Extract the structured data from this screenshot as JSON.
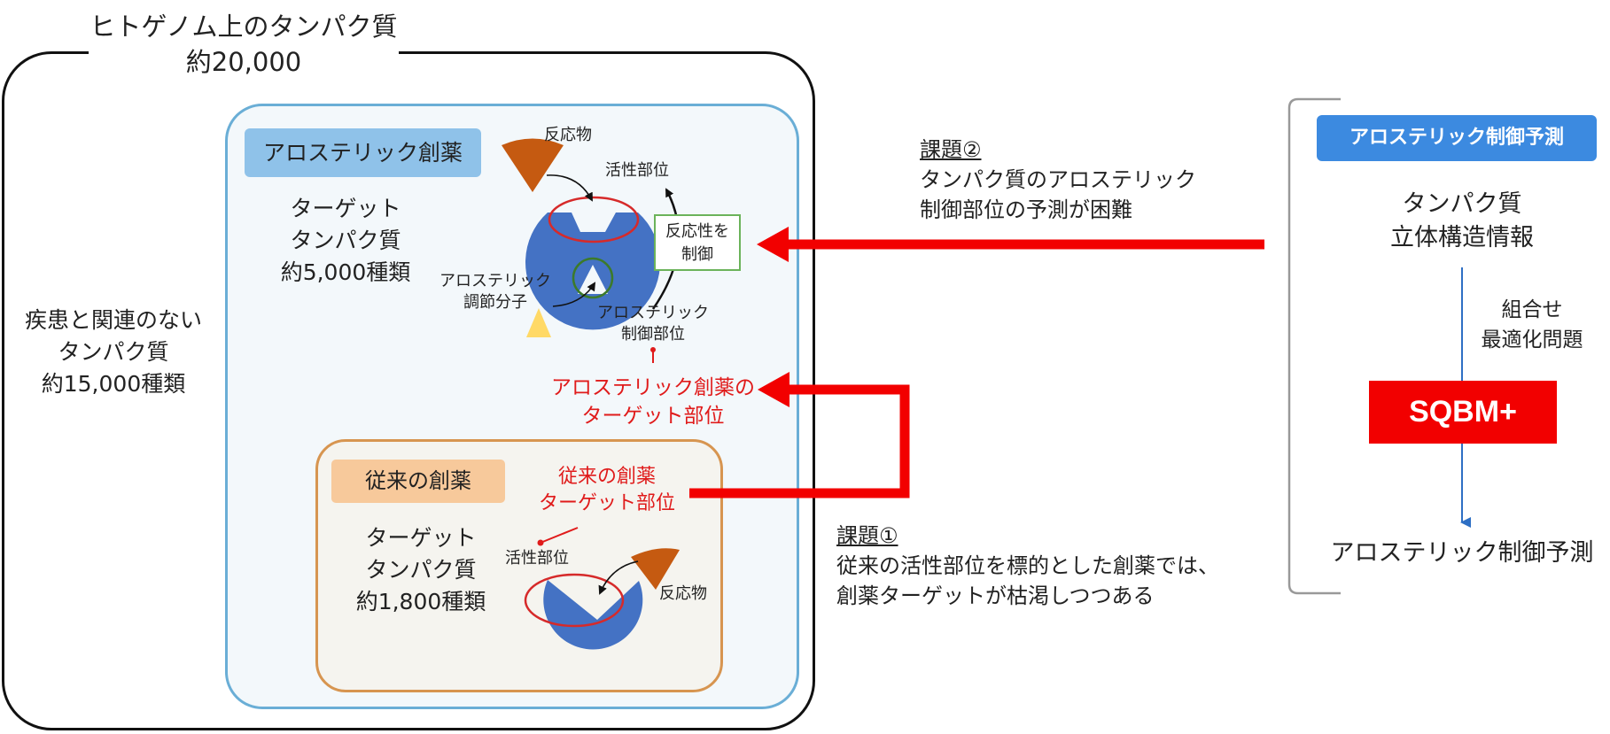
{
  "outer": {
    "title_line1": "ヒトゲノム上のタンパク質",
    "title_line2": "約20,000"
  },
  "no_disease": {
    "line1": "疾患と関連のない",
    "line2": "タンパク質",
    "line3": "約15,000種類"
  },
  "allosteric": {
    "label": "アロステリック創薬",
    "target_line1": "ターゲット",
    "target_line2": "タンパク質",
    "target_line3": "約5,000種類",
    "reactant": "反応物",
    "active_site": "活性部位",
    "modulator_line1": "アロステリック",
    "modulator_line2": "調節分子",
    "control_site_line1": "アロステリック",
    "control_site_line2": "制御部位",
    "reactivity_line1": "反応性を",
    "reactivity_line2": "制御",
    "drug_target_line1": "アロステリック創薬の",
    "drug_target_line2": "ターゲット部位"
  },
  "conventional": {
    "label": "従来の創薬",
    "target_line1": "ターゲット",
    "target_line2": "タンパク質",
    "target_line3": "約1,800種類",
    "drug_target_line1": "従来の創薬",
    "drug_target_line2": "ターゲット部位",
    "active_site": "活性部位",
    "reactant": "反応物"
  },
  "issue2": {
    "title": "課題②",
    "line1": "タンパク質のアロステリック",
    "line2": "制御部位の予測が困難"
  },
  "issue1": {
    "title": "課題①",
    "line1": "従来の活性部位を標的とした創薬では、",
    "line2": "創薬ターゲットが枯渇しつつある"
  },
  "prediction": {
    "label": "アロステリック制御予測",
    "input_line1": "タンパク質",
    "input_line2": "立体構造情報",
    "method_line1": "組合せ",
    "method_line2": "最適化問題",
    "solver": "SQBM+",
    "output": "アロステリック制御予測"
  },
  "colors": {
    "arrow_red": "#f20000",
    "label_red": "#e01b1b",
    "protein_blue": "#4472c4",
    "reactant_orange": "#c55a11",
    "modulator_yellow": "#ffd966",
    "allo_border": "#6aaed6",
    "conv_border": "#d79550",
    "pred_blue": "#3c8ae0"
  }
}
